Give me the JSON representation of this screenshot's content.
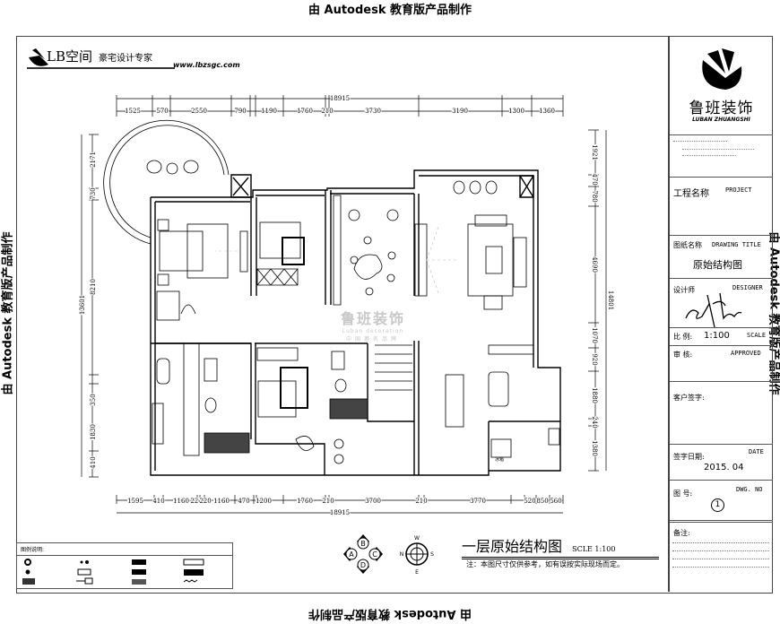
{
  "watermarks": {
    "edu_text": "由 Autodesk 教育版产品制作"
  },
  "lb_logo": {
    "brand": "LB空间",
    "slogan": "豪宅设计专家",
    "url": "www.lbzsgc.com"
  },
  "plan": {
    "title": "一层原始结构图",
    "scale": "SCLE 1:100",
    "note": "注：本图尺寸仅供参考，如有误按实际现场而定。",
    "top_total": "18915",
    "top_dims": [
      "1525",
      "570",
      "2550",
      "790",
      "1190",
      "1760",
      "210",
      "3730",
      "3190",
      "1300",
      "1360"
    ],
    "bottom_total": "18915",
    "bottom_dims": [
      "1595",
      "410",
      "1160",
      "220",
      "220",
      "1160",
      "470",
      "1200",
      "1760",
      "210",
      "3700",
      "210",
      "3770",
      "520",
      "850",
      "560"
    ],
    "left_total": "13601",
    "left_dims": [
      "2171",
      "730",
      "8210",
      "350",
      "1830",
      "410"
    ],
    "right_total": "14801",
    "right_dims": [
      "1921",
      "470",
      "780",
      "4690",
      "1070",
      "920",
      "1880",
      "240",
      "1380"
    ],
    "kitchen_label": "冰箱",
    "center_watermark": {
      "name": "鲁班装饰",
      "en": "Luban decoration",
      "tag": "中国著名品牌"
    }
  },
  "markers": {
    "view": [
      "A",
      "B",
      "C",
      "D"
    ],
    "compass": {
      "n": "N",
      "s": "S",
      "w": "W",
      "e": "E"
    }
  },
  "legend": {
    "title": "图例说明:"
  },
  "title_block": {
    "company_cn": "鲁班装饰",
    "company_en": "LUBAN ZHUANGSHI",
    "project_label": "工程名称",
    "project_en": "PROJECT",
    "drawing_title_label": "图纸名称",
    "drawing_title_en": "DRAWING TITLE",
    "drawing_title_value": "原始结构图",
    "designer_label": "设计师",
    "designer_en": "DESIGNER",
    "scale_label": "比  例:",
    "scale_value": "1:100",
    "scale_en": "SCALE",
    "approved_label": "审  核:",
    "approved_en": "APPROVED",
    "client_label": "客户签字:",
    "date_label": "签字日期:",
    "date_en": "DATE",
    "date_value": "2015. 04",
    "dwg_label": "图  号:",
    "dwg_en": "DWG. NO",
    "dwg_value": "1",
    "remarks_label": "备注:"
  }
}
